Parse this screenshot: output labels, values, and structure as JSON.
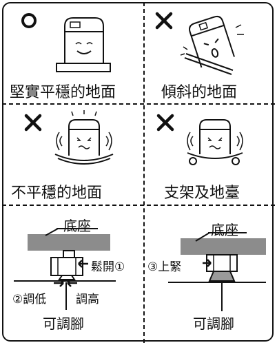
{
  "panels": {
    "top_left": {
      "mark": "O",
      "caption": "堅實平穩的地面"
    },
    "top_right": {
      "mark": "✕",
      "caption": "傾斜的地面"
    },
    "mid_left": {
      "mark": "✕",
      "caption": "不平穩的地面"
    },
    "mid_right": {
      "mark": "✕",
      "caption": "支架及地臺"
    }
  },
  "adjust_left": {
    "base_label": "底座",
    "loosen_label": "鬆開①",
    "lower_label": "②調低",
    "raise_label": "調高",
    "foot_label": "可調腳"
  },
  "adjust_right": {
    "base_label": "底座",
    "tighten_label": "③上緊",
    "foot_label": "可調腳"
  }
}
